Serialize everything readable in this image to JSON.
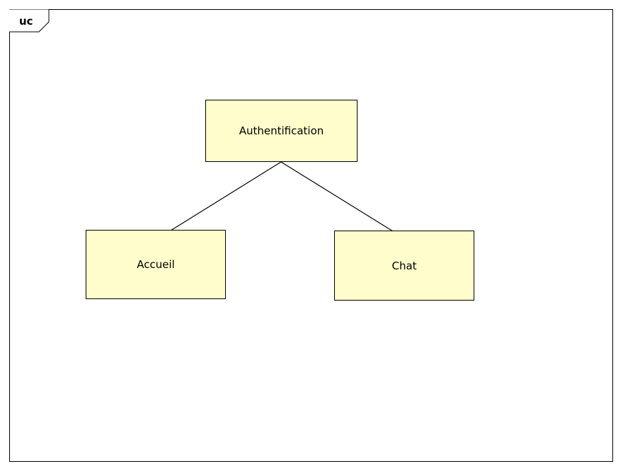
{
  "frame": {
    "label": "uc"
  },
  "nodes": {
    "authentification": "Authentification",
    "accueil": "Accueil",
    "chat": "Chat"
  },
  "colors": {
    "node_fill": "#fefdcb",
    "stroke": "#000000",
    "background": "#ffffff"
  }
}
